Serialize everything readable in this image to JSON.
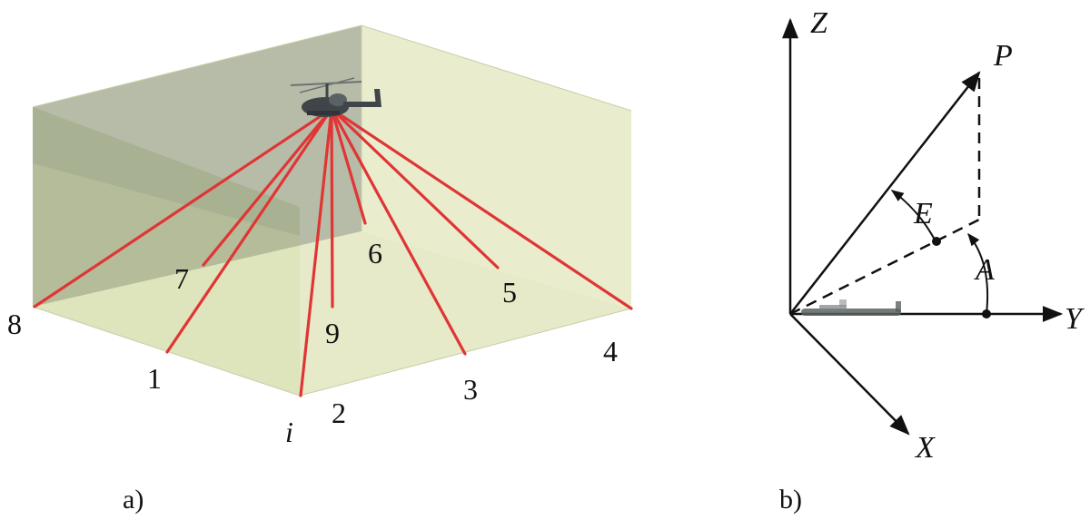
{
  "panel_a": {
    "caption": "a)",
    "point_labels": [
      "8",
      "7",
      "1",
      "9",
      "i",
      "2",
      "6",
      "3",
      "5",
      "4"
    ]
  },
  "panel_b": {
    "caption": "b)",
    "axis_z": "Z",
    "axis_y": "Y",
    "axis_x": "X",
    "point_p": "P",
    "angle_e": "E",
    "angle_a": "A"
  },
  "colors": {
    "ray": "#e03535",
    "box_back": "#a9b098",
    "box_floor": "#e3e8c2",
    "box_side": "#e8eccb",
    "box_wall_left": "#a6ad8a",
    "helicopter": "#3f4548"
  }
}
